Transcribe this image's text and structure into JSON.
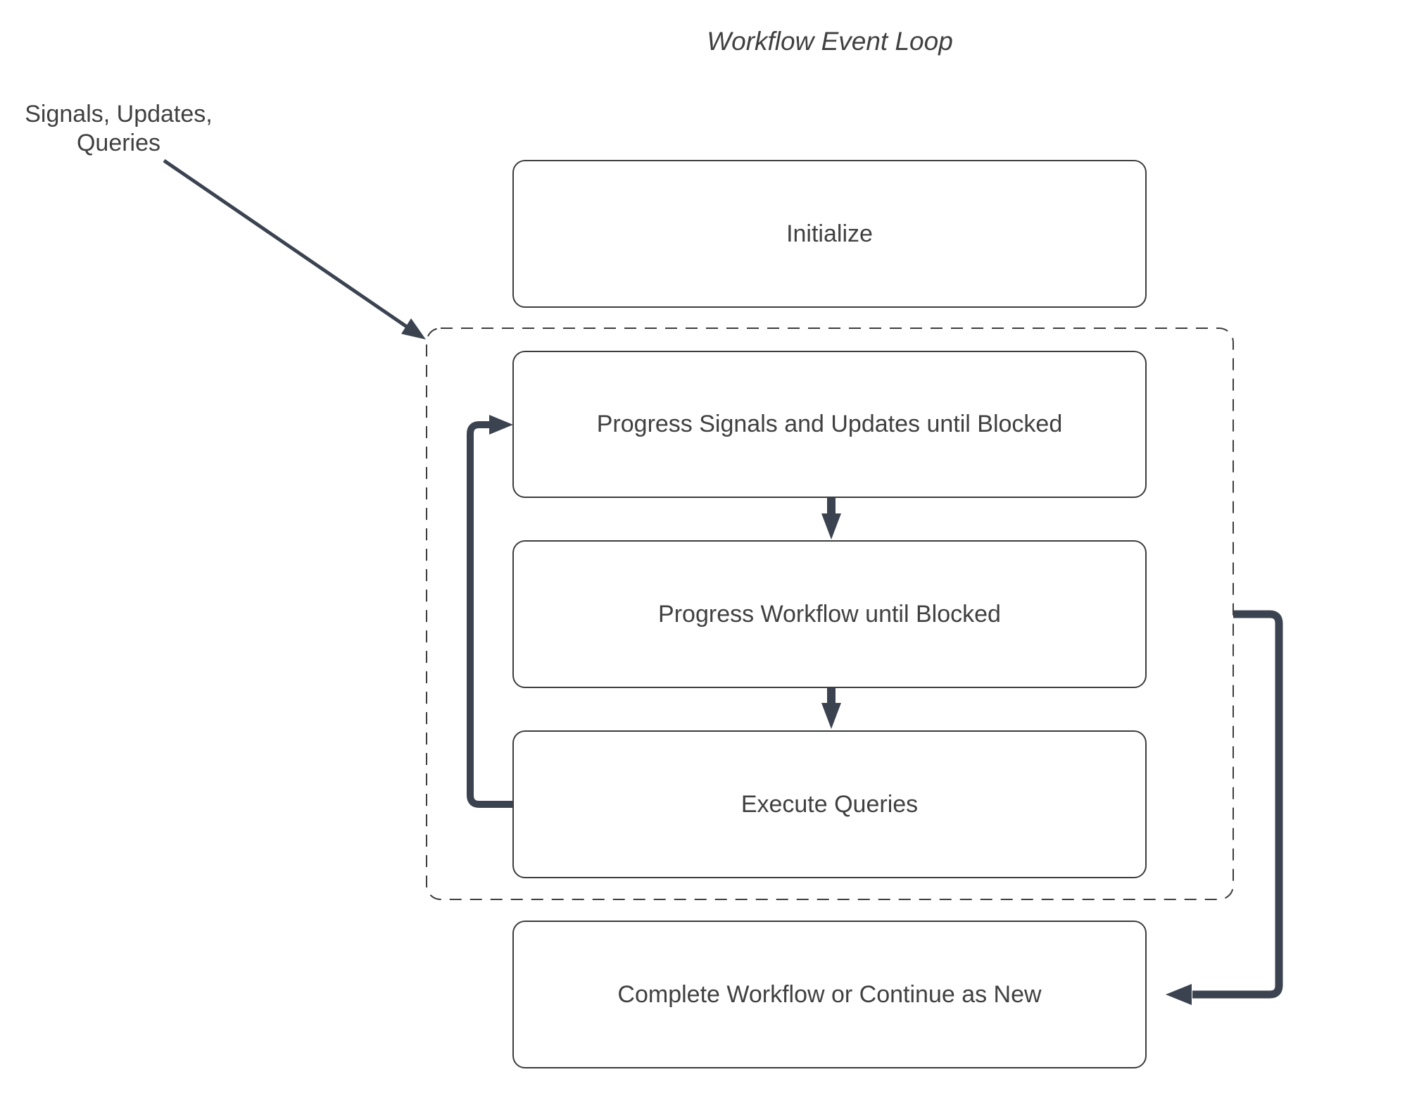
{
  "diagram": {
    "title": "Workflow Event Loop",
    "external_input": {
      "line1": "Signals, Updates,",
      "line2": "Queries"
    },
    "nodes": {
      "initialize": {
        "label": "Initialize"
      },
      "progress_signals": {
        "label": "Progress Signals and Updates until Blocked"
      },
      "progress_workflow": {
        "label": "Progress Workflow until Blocked"
      },
      "execute_queries": {
        "label": "Execute Queries"
      },
      "complete": {
        "label": "Complete Workflow or Continue as New"
      }
    },
    "groups": {
      "event_loop": {
        "label": "",
        "style": "dashed"
      }
    },
    "edges": [
      {
        "id": "signals-to-loop",
        "from": "external_input",
        "to": "event_loop",
        "style": "thin-arrow"
      },
      {
        "id": "signals-box-to-workflow-box",
        "from": "progress_signals",
        "to": "progress_workflow",
        "style": "thick-down-arrow"
      },
      {
        "id": "workflow-box-to-queries-box",
        "from": "progress_workflow",
        "to": "execute_queries",
        "style": "thick-down-arrow"
      },
      {
        "id": "queries-box-to-signals-box",
        "from": "execute_queries",
        "to": "progress_signals",
        "style": "thick-left-loop-arrow"
      },
      {
        "id": "loop-to-complete",
        "from": "event_loop",
        "to": "complete",
        "style": "thick-right-loop-arrow"
      }
    ],
    "colors": {
      "line": "#3b4351",
      "border": "#3d3d3d",
      "text": "#404040",
      "background": "#ffffff"
    }
  }
}
